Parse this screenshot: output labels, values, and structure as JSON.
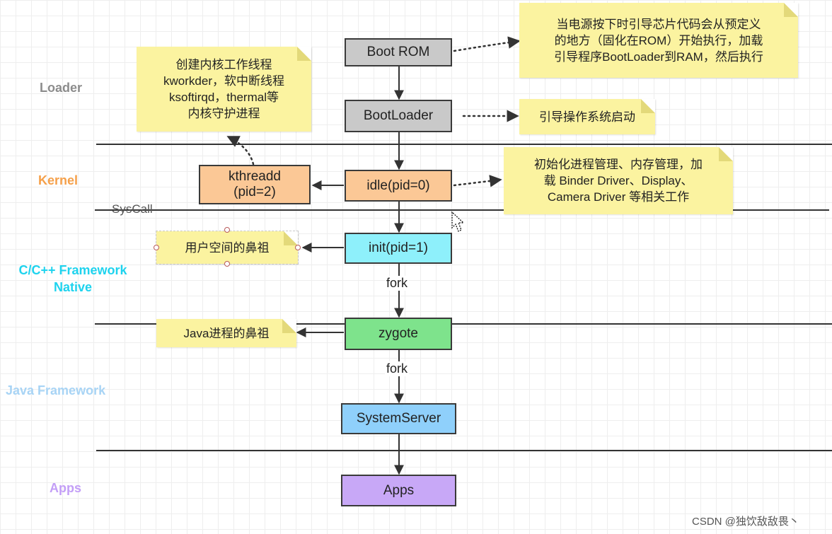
{
  "layers": [
    {
      "key": "loader",
      "text": "Loader",
      "color": "#8c8c8c"
    },
    {
      "key": "kernel",
      "text": "Kernel",
      "color": "#f5a04a"
    },
    {
      "key": "native",
      "text": "C/C++ Framework\nNative",
      "color": "#1ed3ee"
    },
    {
      "key": "java",
      "text": "Java Framework",
      "color": "#a8d4f5"
    },
    {
      "key": "apps",
      "text": "Apps",
      "color": "#c39ef7"
    }
  ],
  "syscall_label": "SysCall",
  "nodes": [
    {
      "key": "bootrom",
      "text": "Boot ROM",
      "fill": "#c9c9c9"
    },
    {
      "key": "bootloader",
      "text": "BootLoader",
      "fill": "#c9c9c9"
    },
    {
      "key": "idle",
      "text": "idle(pid=0)",
      "fill": "#fbc896"
    },
    {
      "key": "kthreadd",
      "text": "kthreadd\n(pid=2)",
      "fill": "#fbc896"
    },
    {
      "key": "init",
      "text": "init(pid=1)",
      "fill": "#8ef0fb"
    },
    {
      "key": "zygote",
      "text": "zygote",
      "fill": "#7ee38c"
    },
    {
      "key": "systemserver",
      "text": "SystemServer",
      "fill": "#8fd0fb"
    },
    {
      "key": "apps",
      "text": "Apps",
      "fill": "#c8a8f7"
    }
  ],
  "notes": [
    {
      "key": "bootrom",
      "text": "当电源按下时引导芯片代码会从预定义\n的地方（固化在ROM）开始执行，加载\n引导程序BootLoader到RAM，然后执行"
    },
    {
      "key": "bootloader",
      "text": "引导操作系统启动"
    },
    {
      "key": "kthreadd",
      "text": "创建内核工作线程\nkworkder，软中断线程\nksoftirqd，thermal等\n内核守护进程"
    },
    {
      "key": "idle",
      "text": "初始化进程管理、内存管理，加\n载 Binder Driver、Display、\nCamera Driver 等相关工作"
    },
    {
      "key": "init",
      "text": "用户空间的鼻祖"
    },
    {
      "key": "zygote",
      "text": "Java进程的鼻祖"
    }
  ],
  "edge_labels": {
    "fork1": "fork",
    "fork2": "fork"
  },
  "watermark": "CSDN @独饮敌敌畏丶"
}
